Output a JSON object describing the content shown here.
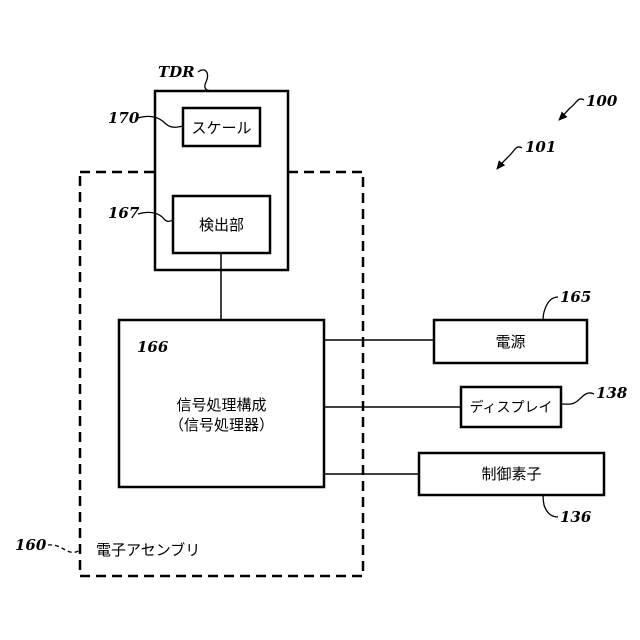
{
  "refs": {
    "system": "100",
    "subsystem": "101",
    "tdr": "TDR",
    "scale": "170",
    "detector": "167",
    "processor": "166",
    "power": "165",
    "display": "138",
    "control": "136",
    "assembly": "160"
  },
  "labels": {
    "scale": "スケール",
    "detector": "検出部",
    "processor_line1": "信号処理構成",
    "processor_line2": "（信号処理器）",
    "power": "電源",
    "display": "ディスプレイ",
    "control": "制御素子",
    "assembly": "電子アセンブリ"
  }
}
